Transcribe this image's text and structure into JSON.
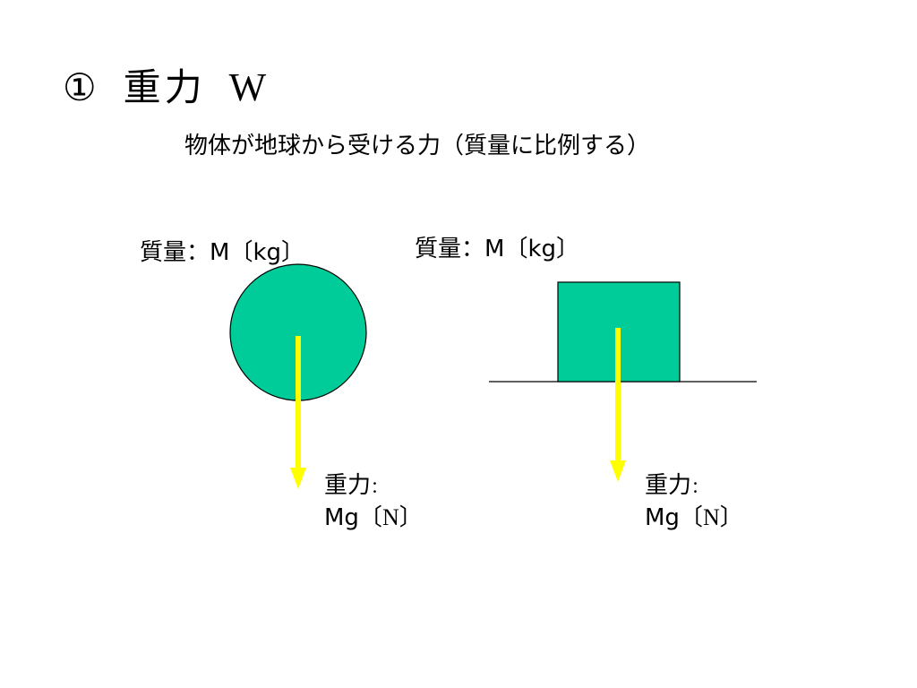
{
  "title": {
    "number": "①",
    "quantity": "重力",
    "symbol": "W"
  },
  "subtitle": "物体が地球から受ける力（質量に比例する）",
  "left_diagram": {
    "object": "circle",
    "mass_label": {
      "prefix": "質量：",
      "main": "M〔kg〕"
    },
    "force_label": {
      "line1": "重力",
      "colon": "：",
      "line2_prefix": "Mg〔",
      "unit": "N",
      "line2_suffix": "〕"
    }
  },
  "right_diagram": {
    "object": "square on ground line",
    "mass_label": {
      "prefix": "質量：",
      "main": "M〔kg〕"
    },
    "force_label": {
      "line1": "重力",
      "colon": "：",
      "line2_prefix": "Mg〔",
      "unit": "N",
      "line2_suffix": "〕"
    }
  },
  "colors": {
    "object_fill": "#00cc99",
    "arrow": "#ffff00",
    "outline": "#000000"
  }
}
